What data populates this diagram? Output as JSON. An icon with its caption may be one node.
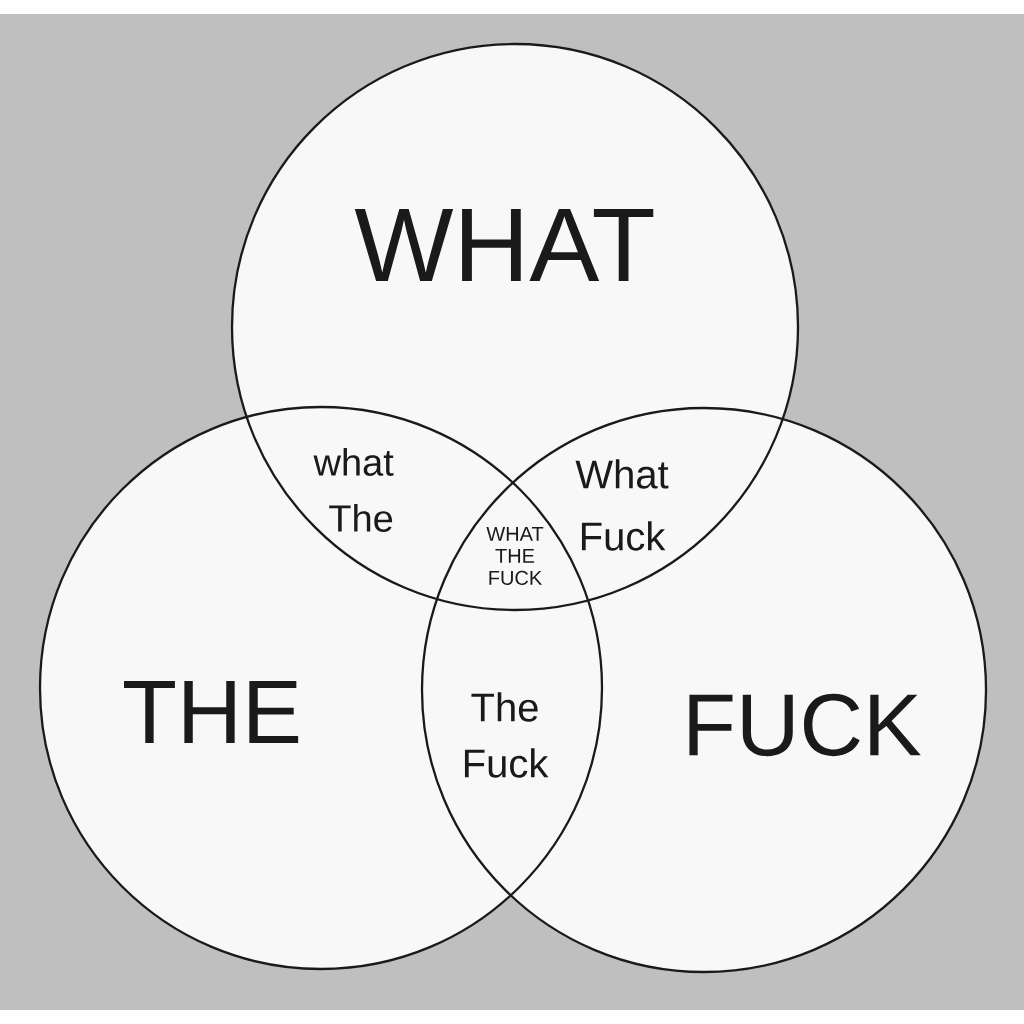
{
  "diagram": {
    "nodes": [
      {
        "text": [
          "WHAT"
        ]
      },
      {
        "text": [
          "THE"
        ]
      },
      {
        "text": [
          "FUCK"
        ]
      }
    ],
    "labels": [
      "what The",
      "What Fuck",
      "WHAT THE FUCK",
      "The Fuck"
    ]
  }
}
